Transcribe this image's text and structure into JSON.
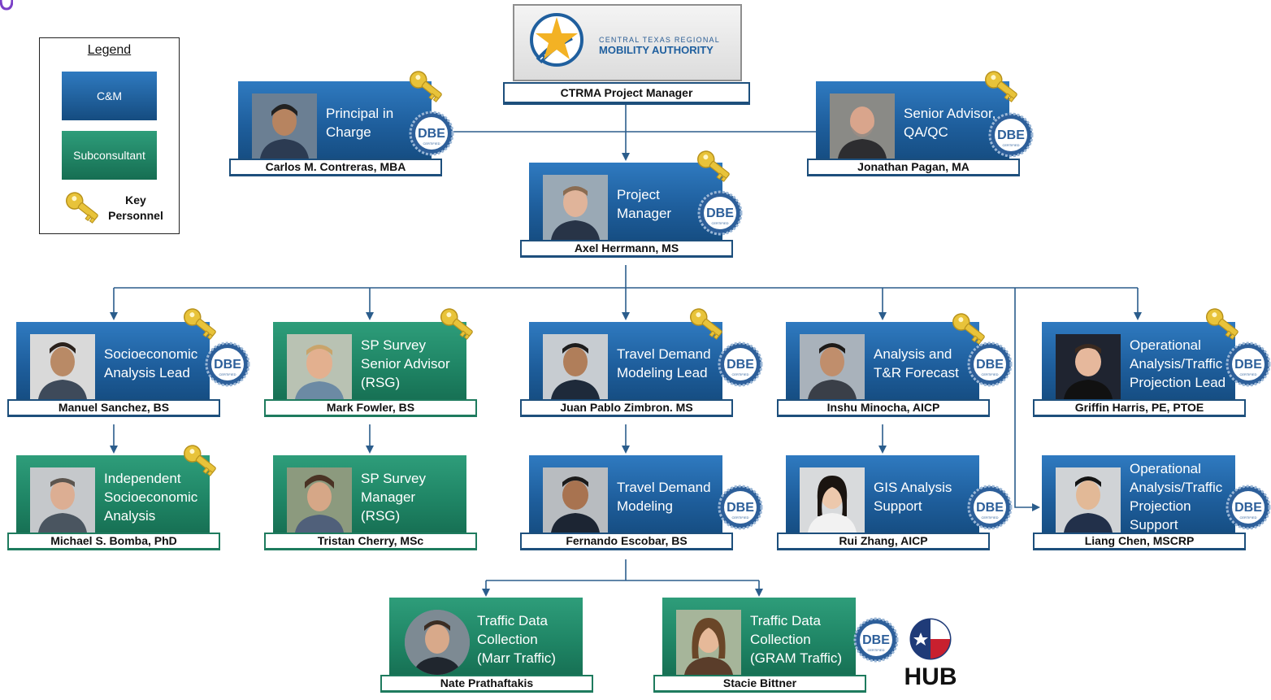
{
  "agency": {
    "logo_line1": "CENTRAL TEXAS REGIONAL",
    "logo_line2": "MOBILITY AUTHORITY",
    "manager": "CTRMA Project Manager"
  },
  "legend": {
    "title": "Legend",
    "cm": "C&M",
    "sub": "Subconsultant",
    "key_line1": "Key",
    "key_line2": "Personnel"
  },
  "badges": {
    "dbe": "DBE",
    "dbe_certified": "CERTIFIED",
    "hub": "HUB"
  },
  "colors": {
    "cm": "#1e5e9c",
    "sub": "#1f8565",
    "connector": "#2b5d8c",
    "key": "#e8c33a"
  },
  "people": {
    "contreras": {
      "role": "Principal in\nCharge",
      "name": "Carlos M. Contreras, MBA",
      "type": "cm",
      "key": true,
      "dbe": true
    },
    "pagan": {
      "role": "Senior Advisor,\nQA/QC",
      "name": "Jonathan Pagan, MA",
      "type": "cm",
      "key": true,
      "dbe": true
    },
    "herrmann": {
      "role": "Project\nManager",
      "name": "Axel Herrmann, MS",
      "type": "cm",
      "key": true,
      "dbe": true
    },
    "sanchez": {
      "role": "Socioeconomic\nAnalysis Lead",
      "name": "Manuel Sanchez, BS",
      "type": "cm",
      "key": true,
      "dbe": true
    },
    "fowler": {
      "role": "SP Survey\nSenior Advisor\n(RSG)",
      "name": "Mark Fowler, BS",
      "type": "sub",
      "key": true,
      "dbe": false
    },
    "zimbron": {
      "role": "Travel Demand\nModeling Lead",
      "name": "Juan Pablo Zimbron. MS",
      "type": "cm",
      "key": true,
      "dbe": true
    },
    "minocha": {
      "role": "Analysis and\nT&R Forecast",
      "name": "Inshu Minocha, AICP",
      "type": "cm",
      "key": true,
      "dbe": true
    },
    "harris": {
      "role": "Operational\nAnalysis/Traffic\nProjection Lead",
      "name": "Griffin Harris, PE, PTOE",
      "type": "cm",
      "key": true,
      "dbe": true
    },
    "bomba": {
      "role": "Independent\nSocioeconomic\nAnalysis",
      "name": "Michael S. Bomba, PhD",
      "type": "sub",
      "key": true,
      "dbe": false
    },
    "cherry": {
      "role": "SP Survey\nManager\n(RSG)",
      "name": "Tristan Cherry, MSc",
      "type": "sub",
      "key": false,
      "dbe": false
    },
    "escobar": {
      "role": "Travel Demand\nModeling",
      "name": "Fernando Escobar, BS",
      "type": "cm",
      "key": false,
      "dbe": true
    },
    "zhang": {
      "role": "GIS Analysis\nSupport",
      "name": "Rui Zhang, AICP",
      "type": "cm",
      "key": false,
      "dbe": true
    },
    "chen": {
      "role": "Operational\nAnalysis/Traffic\nProjection\nSupport",
      "name": "Liang Chen, MSCRP",
      "type": "cm",
      "key": false,
      "dbe": true
    },
    "prathaftakis": {
      "role": "Traffic Data\nCollection\n(Marr Traffic)",
      "name": "Nate Prathaftakis",
      "type": "sub",
      "key": false,
      "dbe": false
    },
    "bittner": {
      "role": "Traffic Data\nCollection\n(GRAM Traffic)",
      "name": "Stacie Bittner",
      "type": "sub",
      "key": false,
      "dbe": true
    }
  }
}
